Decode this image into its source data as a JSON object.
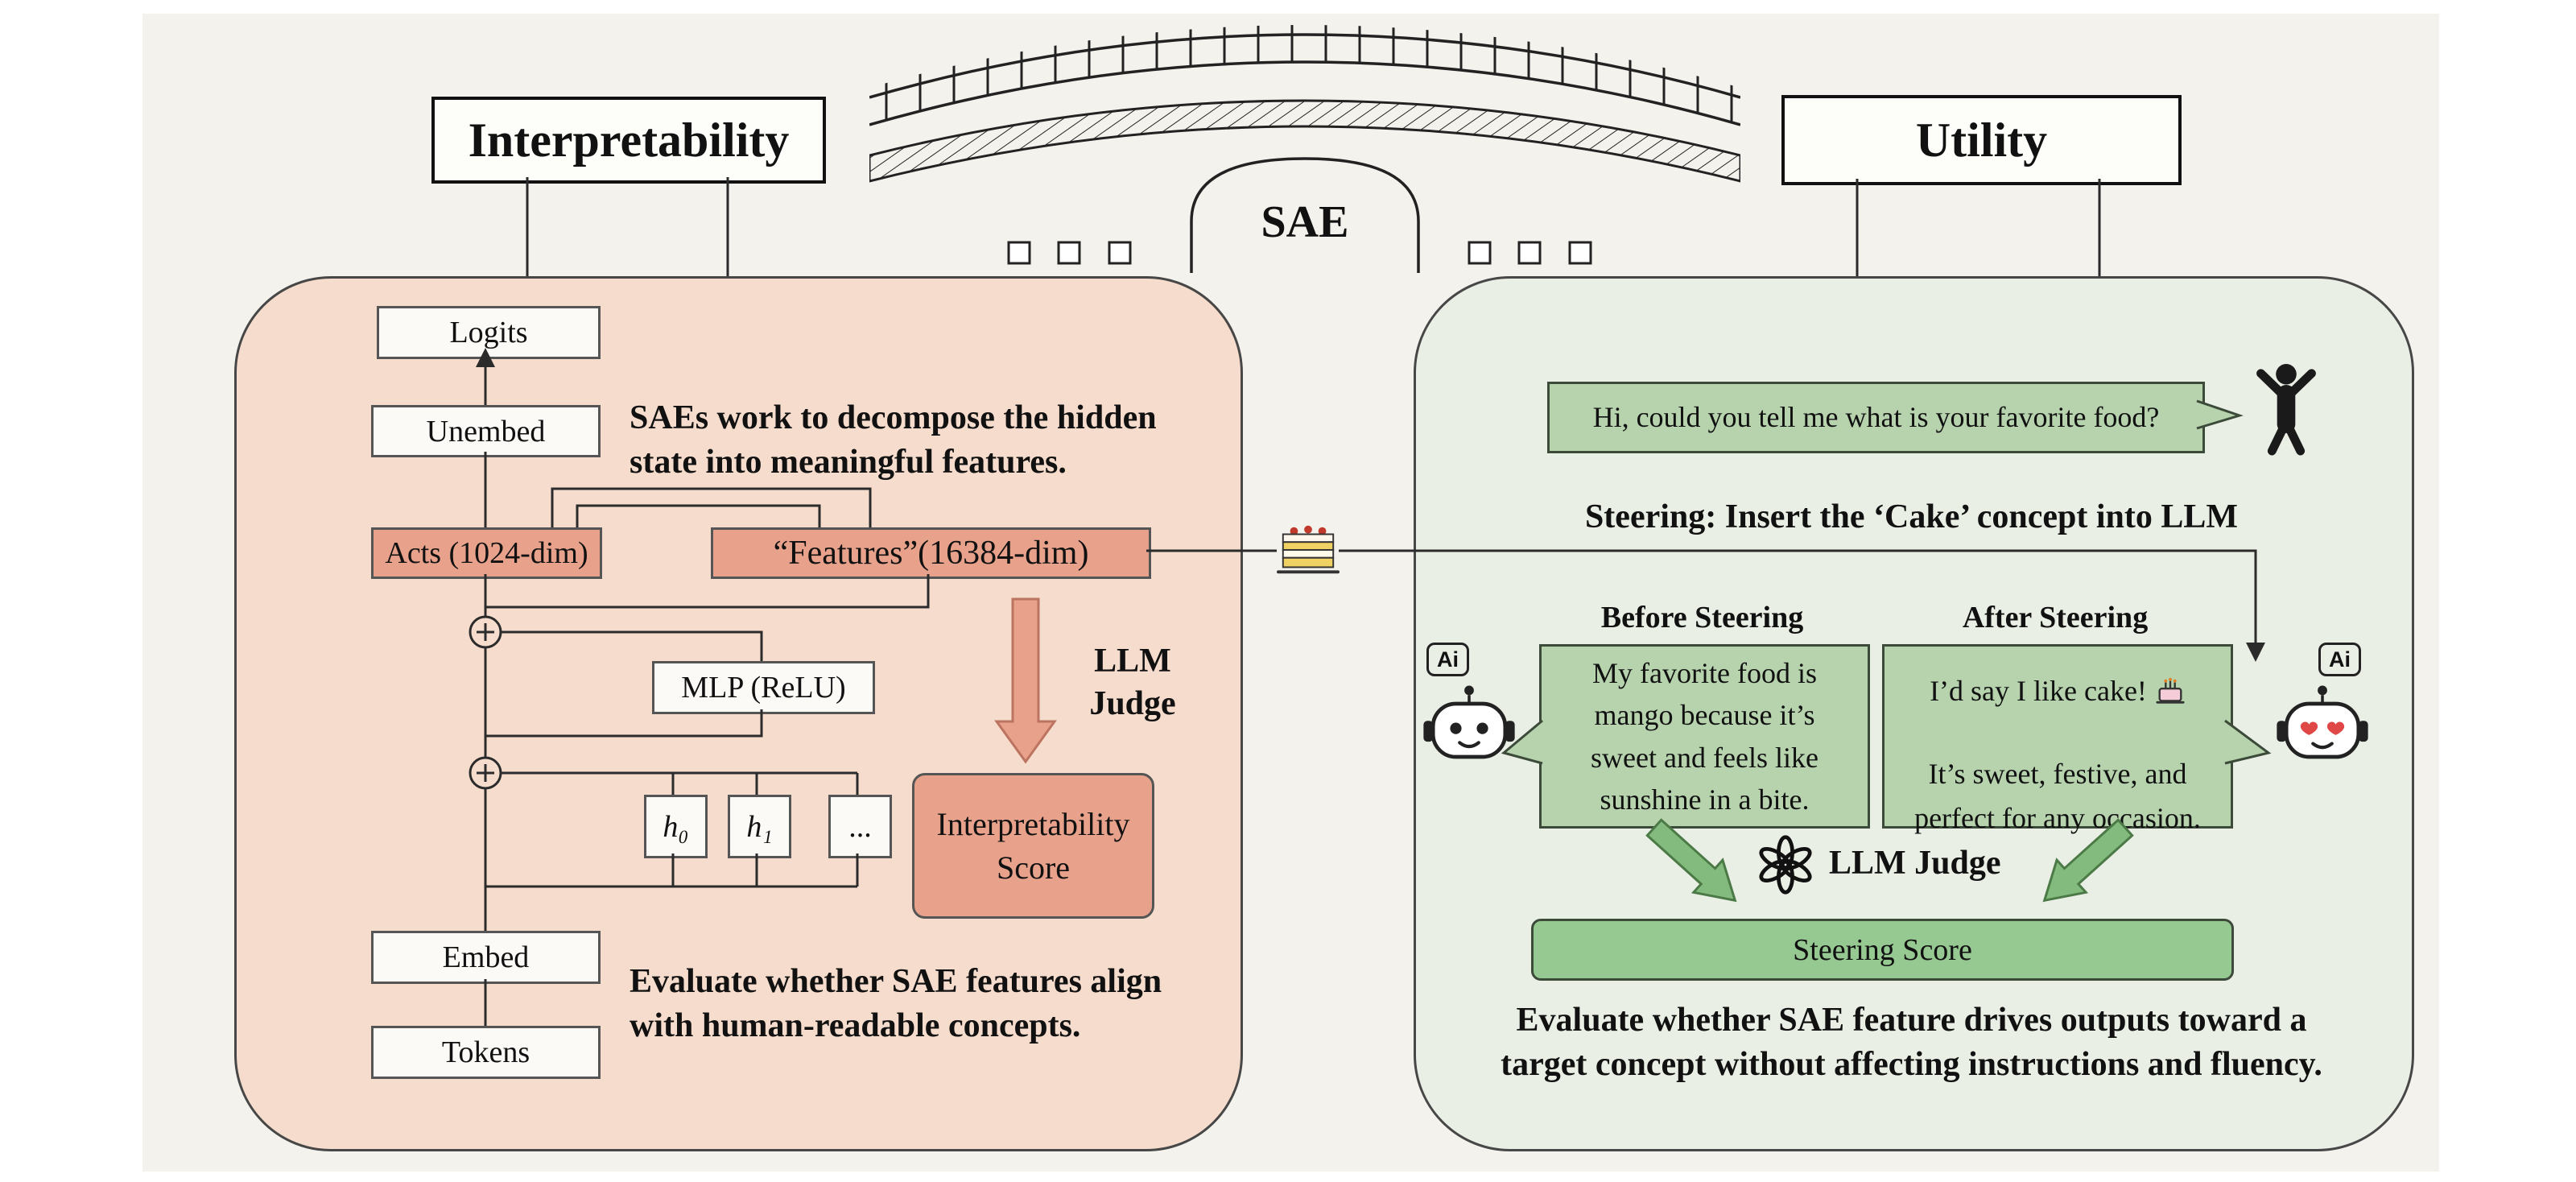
{
  "interpretability": {
    "title": "Interpretability",
    "boxes": {
      "logits": "Logits",
      "unembed": "Unembed",
      "acts": "Acts (1024-dim)",
      "features": "“Features”(16384-dim)",
      "mlp": "MLP (ReLU)",
      "h0": "h₀",
      "h1": "h₁",
      "h_more": "...",
      "embed": "Embed",
      "tokens": "Tokens"
    },
    "decompose_note": "SAEs work to decompose the hidden\nstate into meaningful features.",
    "judge_label": "LLM\nJudge",
    "score_box": "Interpretability\nScore",
    "evaluate_note": "Evaluate whether SAE features align\nwith human-readable concepts."
  },
  "bridge": {
    "label": "SAE"
  },
  "utility": {
    "title": "Utility",
    "greeting": "Hi, could you tell me what is your favorite food?",
    "steering_heading": "Steering: Insert the ‘Cake’ concept into LLM",
    "before_label": "Before Steering",
    "after_label": "After Steering",
    "before_response": "My favorite food is\nmango because it’s\nsweet and feels like\nsunshine in a bite.",
    "after_response_line1": "I’d say I like cake!",
    "after_response_rest": "It’s sweet, festive, and\nperfect for any occasion.",
    "ai_badge": "Ai",
    "judge_label": "LLM Judge",
    "score_bar": "Steering Score",
    "evaluate_note": "Evaluate whether SAE feature drives outputs toward a\ntarget concept without affecting instructions and fluency."
  }
}
